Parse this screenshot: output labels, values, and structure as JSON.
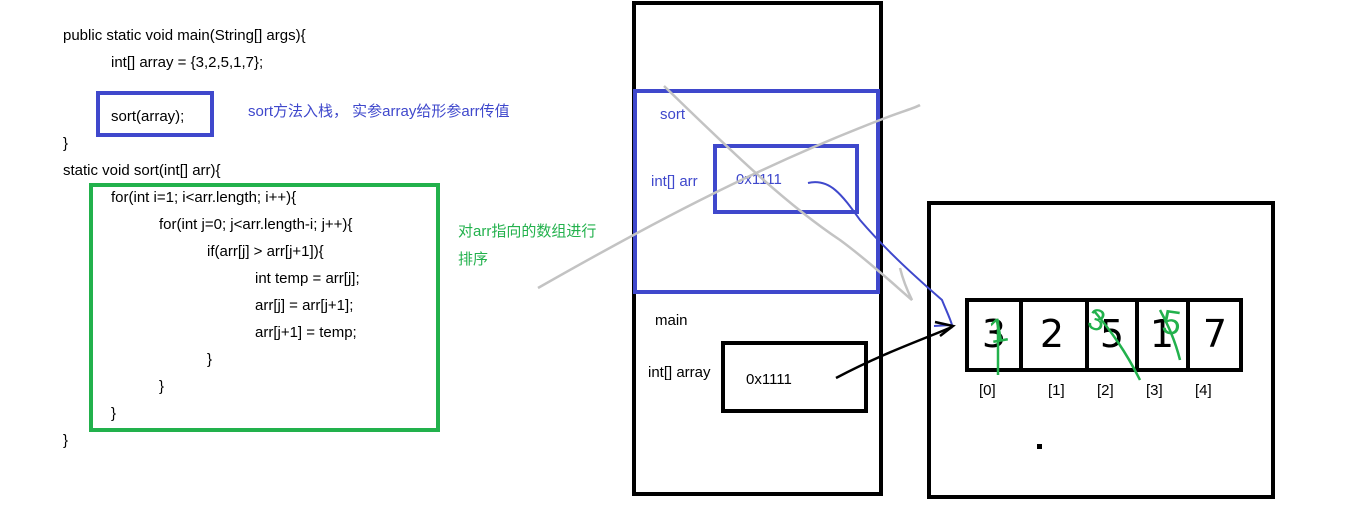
{
  "code": {
    "lines": [
      "public static void main(String[] args){",
      "int[] array = {3,2,5,1,7};",
      "sort(array);",
      "}",
      "static void sort(int[] arr){",
      "for(int i=1; i<arr.length; i++){",
      "for(int j=0; j<arr.length-i; j++){",
      "if(arr[j] > arr[j+1]){",
      "int temp = arr[j];",
      "arr[j] = arr[j+1];",
      "arr[j+1] = temp;",
      "}",
      "}",
      "}",
      "}"
    ]
  },
  "annotations": {
    "sort_push": "sort方法入栈， 实参array给形参arr传值",
    "sort_array_line1": "对arr指向的数组进行",
    "sort_array_line2": "排序"
  },
  "stack": {
    "sort_frame": {
      "name": "sort",
      "var_label": "int[] arr",
      "var_value": "0x1111"
    },
    "main_frame": {
      "name": "main",
      "var_label": "int[] array",
      "var_value": "0x1111"
    }
  },
  "heap": {
    "cells": [
      "3",
      "2",
      "5",
      "1",
      "7"
    ],
    "handwritten_overwrites": [
      "1",
      "",
      "3",
      "5",
      ""
    ],
    "indices": [
      "[0]",
      "[1]",
      "[2]",
      "[3]",
      "[4]"
    ]
  },
  "colors": {
    "blue": "#3f48cc",
    "green": "#22b14c",
    "gray": "#c3c3c3",
    "black": "#000000"
  }
}
